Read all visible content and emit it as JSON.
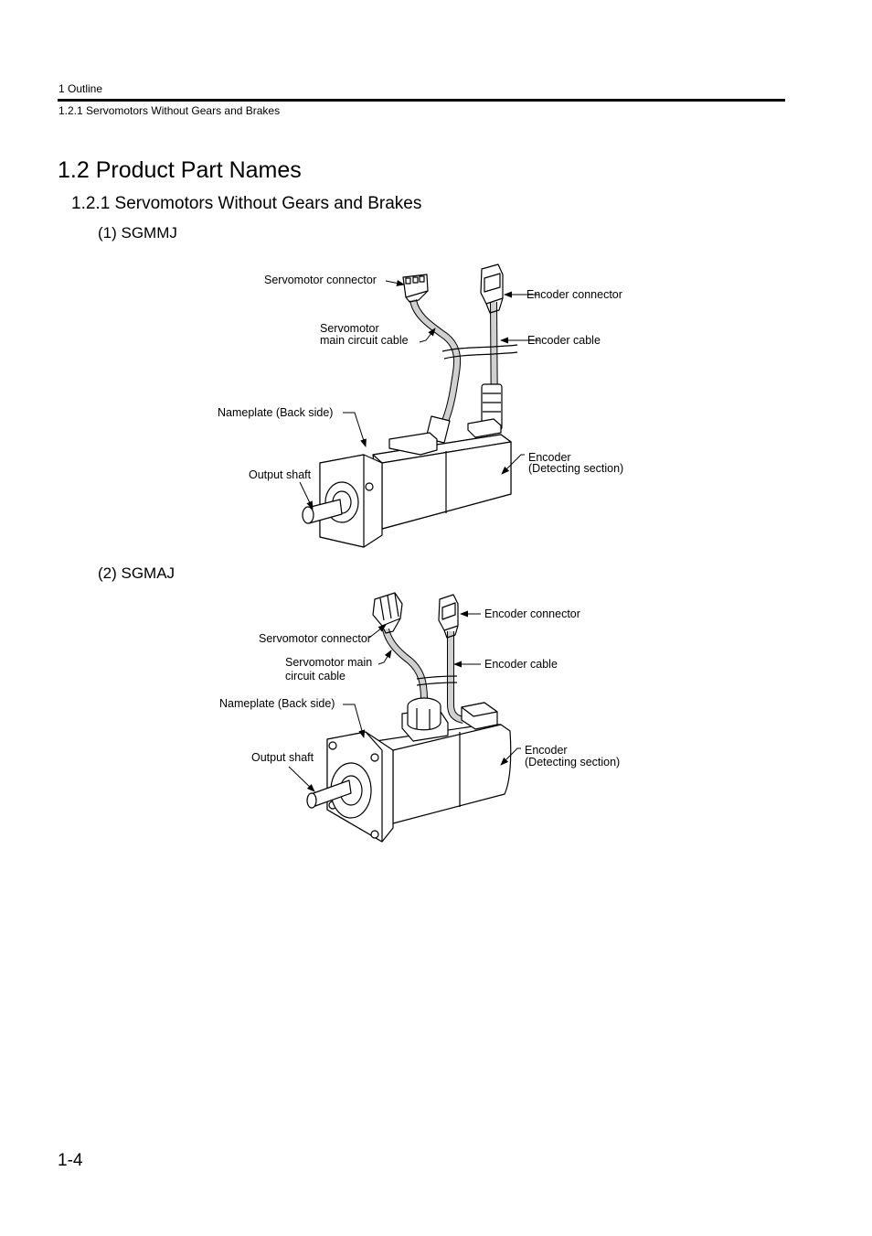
{
  "header": {
    "chapter": "1  Outline",
    "section": "1.2.1  Servomotors Without Gears and Brakes"
  },
  "title": "1.2  Product Part Names",
  "subtitle": "1.2.1  Servomotors Without Gears and Brakes",
  "figure1": {
    "heading": "(1) SGMMJ",
    "labels": {
      "servomotor_connector": "Servomotor connector",
      "encoder_connector": "Encoder connector",
      "main_cable_line1": "Servomotor",
      "main_cable_line2": "main circuit cable",
      "encoder_cable": "Encoder cable",
      "nameplate": "Nameplate (Back side)",
      "output_shaft": "Output shaft",
      "encoder_line1": "Encoder",
      "encoder_line2": "(Detecting section)"
    }
  },
  "figure2": {
    "heading": "(2) SGMAJ",
    "labels": {
      "encoder_connector": "Encoder connector",
      "servomotor_connector": "Servomotor connector",
      "main_cable_line1": "Servomotor main",
      "main_cable_line2": "circuit cable",
      "encoder_cable": "Encoder cable",
      "nameplate": "Nameplate (Back side)",
      "output_shaft": "Output shaft",
      "encoder_line1": "Encoder",
      "encoder_line2": "(Detecting section)"
    }
  },
  "page_number": "1-4"
}
